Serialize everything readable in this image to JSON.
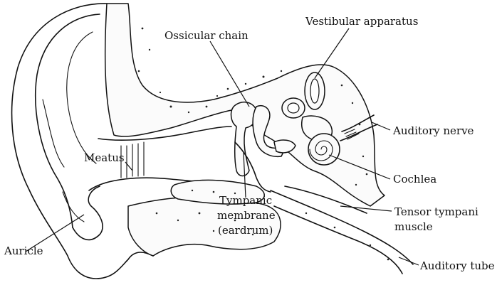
{
  "diagram": {
    "labels": {
      "ossicular_chain": "Ossicular chain",
      "vestibular_apparatus": "Vestibular apparatus",
      "auditory_nerve": "Auditory nerve",
      "meatus": "Meatus",
      "cochlea": "Cochlea",
      "tympanic_line1": "Tympanic",
      "tympanic_line2": "membrane",
      "tympanic_line3": "(eardrum)",
      "tensor_line1": "Tensor tympani",
      "tensor_line2": "muscle",
      "auricle": "Auricle",
      "auditory_tube": "Auditory tube"
    },
    "colors": {
      "line": "#111111",
      "background": "#ffffff"
    }
  }
}
